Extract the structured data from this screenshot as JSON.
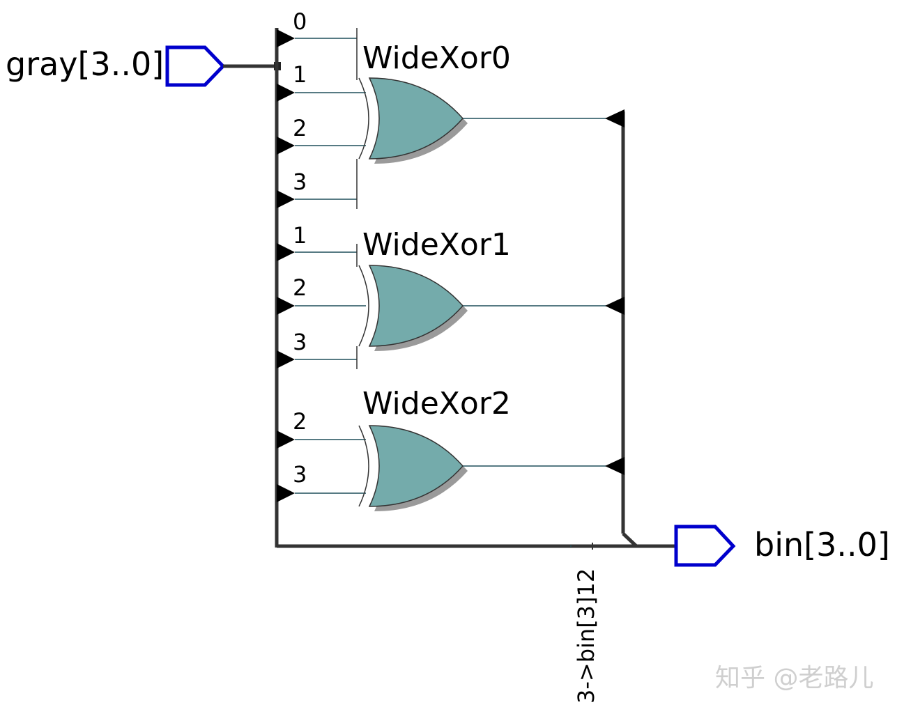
{
  "ports": {
    "input": {
      "label": "gray[3..0]"
    },
    "output": {
      "label": "bin[3..0]"
    }
  },
  "gates": [
    {
      "name": "WideXor0",
      "bits": [
        "0",
        "1",
        "2",
        "3"
      ]
    },
    {
      "name": "WideXor1",
      "bits": [
        "1",
        "2",
        "3"
      ]
    },
    {
      "name": "WideXor2",
      "bits": [
        "2",
        "3"
      ]
    }
  ],
  "bus_label": "3->bin[3]12",
  "watermark": "知乎 @老路儿",
  "colors": {
    "port_outline": "#0000cc",
    "gate_fill": "#74abab",
    "gate_shadow": "#9a9a9a",
    "wire": "#333333",
    "signal_line": "#1f4f5a",
    "label": "#000000"
  }
}
